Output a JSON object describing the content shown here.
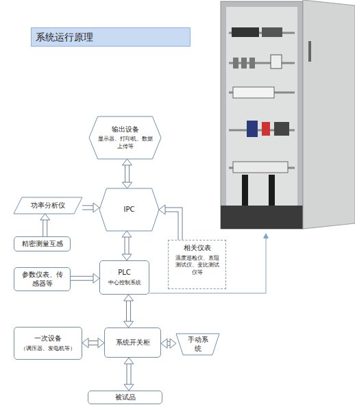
{
  "diagram": {
    "title": "系统运行原理",
    "nodes": [
      {
        "text": [
          "输出设备",
          "显示器、打印机、数据上传等"
        ]
      },
      {
        "text": [
          "功率分析仪"
        ]
      },
      {
        "text": [
          "IPC"
        ]
      },
      {
        "text": [
          "精密测量互感"
        ]
      },
      {
        "text": [
          "相关仪表",
          "温度巡检仪、直阻测试仪、变比测试仪等"
        ]
      },
      {
        "text": [
          "参数仪表、传感器等"
        ]
      },
      {
        "text": [
          "PLC",
          "中心控制系统"
        ]
      },
      {
        "text": [
          "一次设备",
          "（调压器、发电机等）"
        ]
      },
      {
        "text": [
          "系统开关柜"
        ]
      },
      {
        "text": [
          "手动系统"
        ]
      },
      {
        "text": [
          "被试品"
        ]
      }
    ],
    "edges": [
      {
        "from": 0,
        "to": 2,
        "arrow": "both"
      },
      {
        "from": 1,
        "to": 2,
        "arrow": "to"
      },
      {
        "from": 3,
        "to": 1,
        "arrow": "to"
      },
      {
        "from": 4,
        "to": 2,
        "arrow": "to"
      },
      {
        "from": 2,
        "to": 6,
        "arrow": "both"
      },
      {
        "from": 5,
        "to": 6,
        "arrow": "to"
      },
      {
        "from": 6,
        "to": 8,
        "arrow": "both"
      },
      {
        "from": 7,
        "to": 8,
        "arrow": "both"
      },
      {
        "from": 8,
        "to": 9,
        "arrow": "both"
      },
      {
        "from": 8,
        "to": 10,
        "arrow": "both"
      }
    ]
  }
}
